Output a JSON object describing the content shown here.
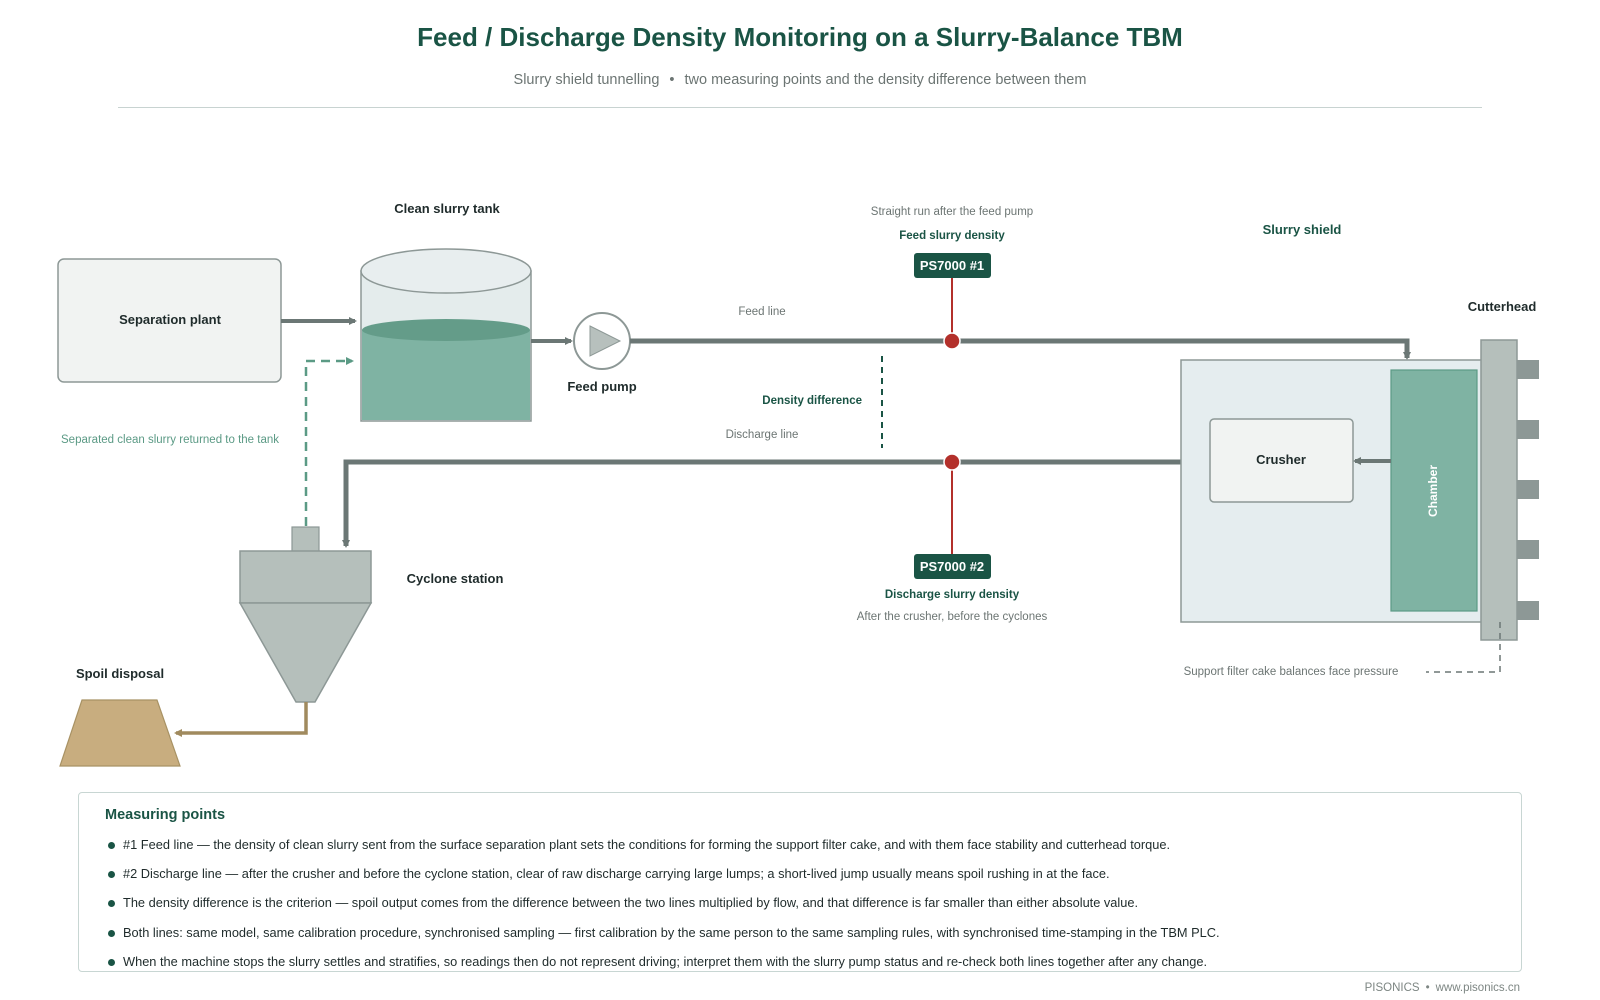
{
  "header": {
    "title": "Feed / Discharge Density Monitoring on a Slurry-Balance TBM",
    "subtitle_left": "Slurry shield tunnelling",
    "subtitle_sep": "•",
    "subtitle_right": "two measuring points and the density difference between them"
  },
  "diagram": {
    "separation_plant": "Separation plant",
    "clean_slurry_tank": "Clean slurry tank",
    "feed_pump": "Feed pump",
    "return_note": "Separated clean slurry returned to the tank",
    "cyclone_station": "Cyclone station",
    "spoil_disposal": "Spoil disposal",
    "feed_line": "Feed line",
    "discharge_line": "Discharge line",
    "density_difference": "Density difference",
    "sensor1": {
      "note": "Straight run after the feed pump",
      "caption": "Feed slurry density",
      "badge": "PS7000 #1"
    },
    "sensor2": {
      "badge": "PS7000 #2",
      "caption": "Discharge slurry density",
      "note": "After the crusher, before the cyclones"
    },
    "slurry_shield": "Slurry shield",
    "cutterhead": "Cutterhead",
    "crusher": "Crusher",
    "chamber": "Chamber",
    "filter_cake_note": "Support filter cake balances face pressure"
  },
  "measuring_points": {
    "title": "Measuring points",
    "items": [
      "#1 Feed line — the density of clean slurry sent from the surface separation plant sets the conditions for forming the support filter cake, and with them face stability and cutterhead torque.",
      "#2 Discharge line — after the crusher and before the cyclone station, clear of raw discharge carrying large lumps; a short-lived jump usually means spoil rushing in at the face.",
      "The density difference is the criterion — spoil output comes from the difference between the two lines multiplied by flow, and that difference is far smaller than either absolute value.",
      "Both lines: same model, same calibration procedure, synchronised sampling — first calibration by the same person to the same sampling rules, with synchronised time-stamping in the TBM PLC.",
      "When the machine stops the slurry settles and stratifies, so readings then do not represent driving; interpret them with the slurry pump status and re-check both lines together after any change."
    ]
  },
  "footer": {
    "brand": "PISONICS",
    "sep": "•",
    "url": "www.pisonics.cn"
  },
  "colors": {
    "accent_green": "#1a5445",
    "slurry": "#7fb3a3",
    "pipe": "#6b7775",
    "sensor_red": "#b3302b",
    "spoil": "#c8ad7f"
  }
}
